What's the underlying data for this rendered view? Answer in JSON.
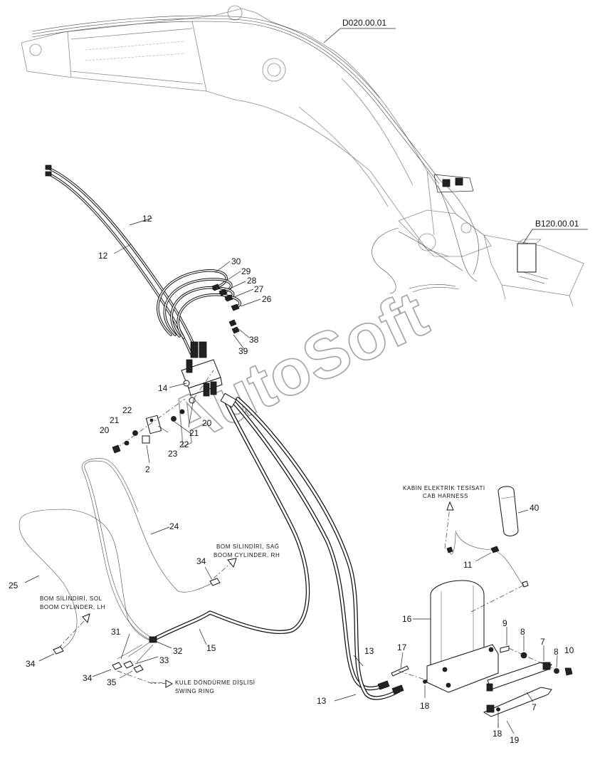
{
  "watermark": "AutoSoft",
  "references": {
    "boom_drawing": "D020.00.01",
    "base_drawing": "B120.00.01"
  },
  "notes": {
    "boom_cyl_rh_tr": "BOM SİLİNDİRİ, SAĞ",
    "boom_cyl_rh_en": "BOOM CYLINDER, RH",
    "boom_cyl_lh_tr": "BOM SİLİNDİRİ, SOL",
    "boom_cyl_lh_en": "BOOM CYLINDER, LH",
    "cab_harness_tr": "KABİN ELEKTRİK TESİSATI",
    "cab_harness_en": "CAB HARNESS",
    "swing_ring_tr": "KULE DÖNDÜRME DİŞLİSİ",
    "swing_ring_en": "SWING RING"
  },
  "callouts": {
    "p12a": "12",
    "p12b": "12",
    "p30": "30",
    "p29": "29",
    "p28": "28",
    "p27": "27",
    "p26": "26",
    "p38": "38",
    "p39": "39",
    "p14": "14",
    "p22a": "22",
    "p21a": "21",
    "p20a": "20",
    "p23": "23",
    "p2": "2",
    "p22b": "22",
    "p21b": "21",
    "p20b": "20",
    "p24": "24",
    "p25": "25",
    "p34a": "34",
    "p34b": "34",
    "p34c": "34",
    "p31": "31",
    "p33": "33",
    "p32": "32",
    "p35": "35",
    "p15": "15",
    "p40": "40",
    "p11": "11",
    "p16": "16",
    "p9": "9",
    "p8a": "8",
    "p8b": "8",
    "p7a": "7",
    "p7b": "7",
    "p10": "10",
    "p17": "17",
    "p13a": "13",
    "p13b": "13",
    "p18a": "18",
    "p18b": "18",
    "p19": "19"
  }
}
